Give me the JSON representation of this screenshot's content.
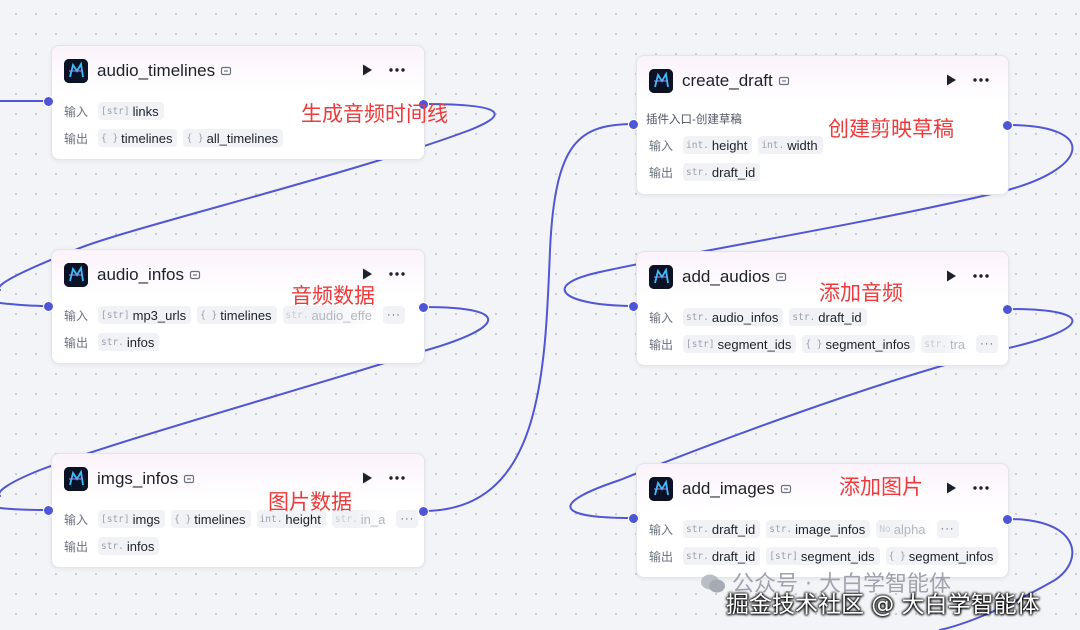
{
  "colors": {
    "wire": "#5056d6",
    "port": "#4e56d8",
    "annotation": "#ee3a3a"
  },
  "labels": {
    "input": "输入",
    "output": "输出"
  },
  "nodes": {
    "audio_timelines": {
      "title": "audio_timelines",
      "inputs": [
        {
          "type": "[str]",
          "name": "links"
        }
      ],
      "outputs": [
        {
          "type": "{ }",
          "name": "timelines"
        },
        {
          "type": "{ }",
          "name": "all_timelines"
        }
      ]
    },
    "audio_infos": {
      "title": "audio_infos",
      "inputs": [
        {
          "type": "[str]",
          "name": "mp3_urls"
        },
        {
          "type": "{ }",
          "name": "timelines"
        },
        {
          "type": "str.",
          "name": "audio_effe"
        }
      ],
      "outputs": [
        {
          "type": "str.",
          "name": "infos"
        }
      ]
    },
    "imgs_infos": {
      "title": "imgs_infos",
      "inputs": [
        {
          "type": "[str]",
          "name": "imgs"
        },
        {
          "type": "{ }",
          "name": "timelines"
        },
        {
          "type": "int.",
          "name": "height"
        },
        {
          "type": "str.",
          "name": "in_a"
        }
      ],
      "outputs": [
        {
          "type": "str.",
          "name": "infos"
        }
      ]
    },
    "create_draft": {
      "title": "create_draft",
      "description": "插件入口-创建草稿",
      "inputs": [
        {
          "type": "int.",
          "name": "height"
        },
        {
          "type": "int.",
          "name": "width"
        }
      ],
      "outputs": [
        {
          "type": "str.",
          "name": "draft_id"
        }
      ]
    },
    "add_audios": {
      "title": "add_audios",
      "inputs": [
        {
          "type": "str.",
          "name": "audio_infos"
        },
        {
          "type": "str.",
          "name": "draft_id"
        }
      ],
      "outputs": [
        {
          "type": "[str]",
          "name": "segment_ids"
        },
        {
          "type": "{ }",
          "name": "segment_infos"
        },
        {
          "type": "str.",
          "name": "tra"
        }
      ]
    },
    "add_images": {
      "title": "add_images",
      "inputs": [
        {
          "type": "str.",
          "name": "draft_id"
        },
        {
          "type": "str.",
          "name": "image_infos"
        },
        {
          "type": "No",
          "name": "alpha"
        }
      ],
      "outputs": [
        {
          "type": "str.",
          "name": "draft_id"
        },
        {
          "type": "[str]",
          "name": "segment_ids"
        },
        {
          "type": "{ }",
          "name": "segment_infos"
        }
      ]
    }
  },
  "annotations": {
    "audio_timelines": "生成音频时间线",
    "audio_infos": "音频数据",
    "imgs_infos": "图片数据",
    "create_draft": "创建剪映草稿",
    "add_audios": "添加音频",
    "add_images": "添加图片"
  },
  "more_label": "···",
  "watermark": "公众号 · 大白学智能体",
  "credit": "掘金技术社区 @ 大白学智能体"
}
